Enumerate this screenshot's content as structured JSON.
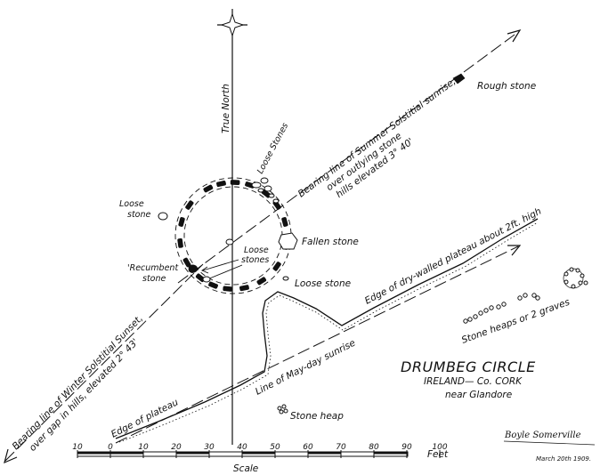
{
  "title": "DRUMBEG CIRCLE",
  "subtitle_1": "IRELAND— Co. CORK",
  "subtitle_2": "near Glandore",
  "signature": "Boyle Somerville",
  "date": "March 20th 1909.",
  "labels": {
    "true_north": "True North",
    "summer_line_1": "Bearing line of Summer Solstitial sunrise,",
    "summer_line_2": "over outlying stone",
    "summer_line_3": "hills elevated 3° 40'",
    "rough_stone": "Rough stone",
    "loose_stones_top": "Loose Stones",
    "loose_stone_left_1": "Loose",
    "loose_stone_left_2": "stone",
    "fallen_stone": "Fallen stone",
    "loose_stones_center_1": "Loose",
    "loose_stones_center_2": "stones",
    "recumbent_1": "'Recumbent",
    "recumbent_2": "stone",
    "loose_stone_right": "Loose stone",
    "plateau_edge": "Edge of dry-walled plateau about 2ft. high",
    "winter_line_1": "Bearing line of Winter Solstitial Sunset,",
    "winter_line_2": "over gap in hills, elevated 2° 43'",
    "mayday_line": "Line of May-day sunrise",
    "edge_plateau": "Edge of plateau",
    "stone_heaps": "Stone heaps or 2 graves",
    "stone_heap": "Stone heap"
  },
  "scale": {
    "ticks": [
      "10",
      "0",
      "10",
      "20",
      "30",
      "40",
      "50",
      "60",
      "70",
      "80",
      "90",
      "100"
    ],
    "unit": "Feet",
    "label": "Scale"
  },
  "colors": {
    "ink": "#111111",
    "paper": "#ffffff"
  }
}
